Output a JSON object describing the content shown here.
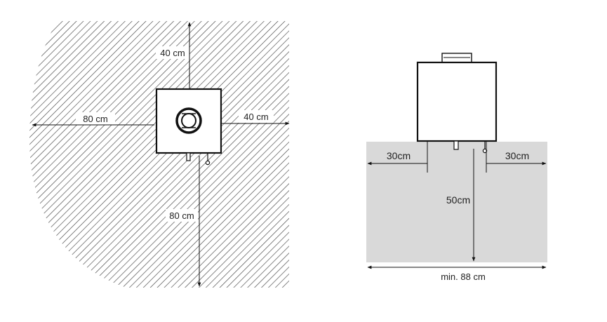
{
  "left_diagram": {
    "top_clearance": "40 cm",
    "left_clearance": "80 cm",
    "right_clearance": "40 cm",
    "front_clearance": "80 cm"
  },
  "right_diagram": {
    "left_clearance": "30cm",
    "right_clearance": "30cm",
    "front_clearance": "50cm",
    "min_width": "min. 88 cm"
  },
  "colors": {
    "hatch": "#444444",
    "floor_zone": "#d9d9d9",
    "line": "#111111"
  }
}
